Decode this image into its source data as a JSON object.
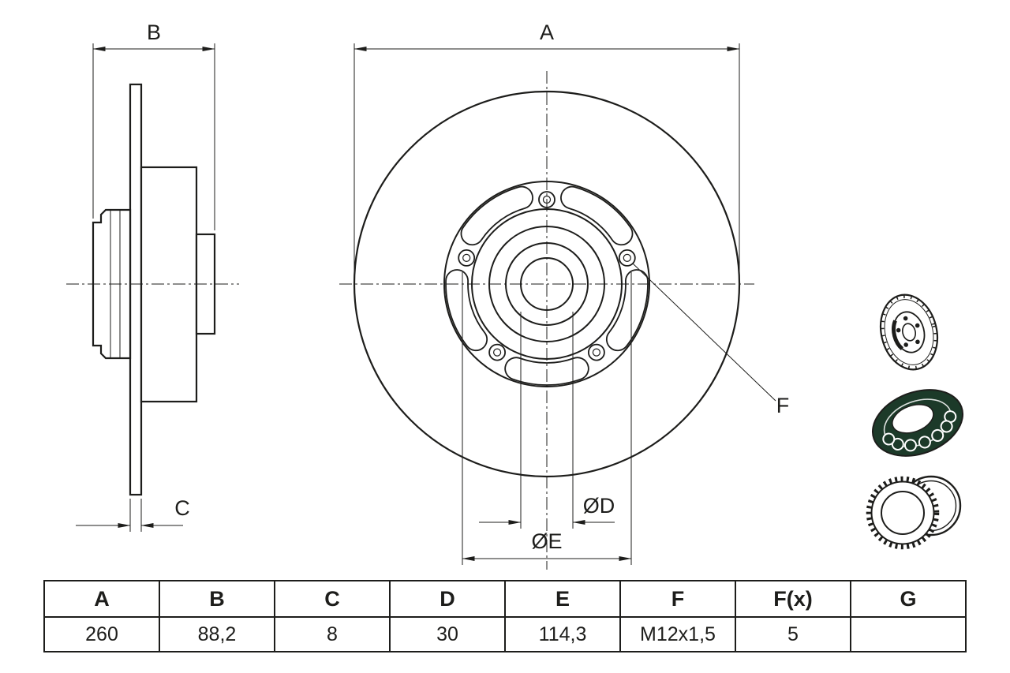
{
  "colors": {
    "line": "#1d1d1b",
    "bearing_fill": "#1c3a29"
  },
  "drawing": {
    "dim_labels": {
      "a": "A",
      "b": "B",
      "c": "C",
      "d": "ØD",
      "e": "ØE",
      "f": "F"
    }
  },
  "table": {
    "headers": [
      "A",
      "B",
      "C",
      "D",
      "E",
      "F",
      "F(x)",
      "G"
    ],
    "values": [
      "260",
      "88,2",
      "8",
      "30",
      "114,3",
      "M12x1,5",
      "5",
      ""
    ]
  }
}
